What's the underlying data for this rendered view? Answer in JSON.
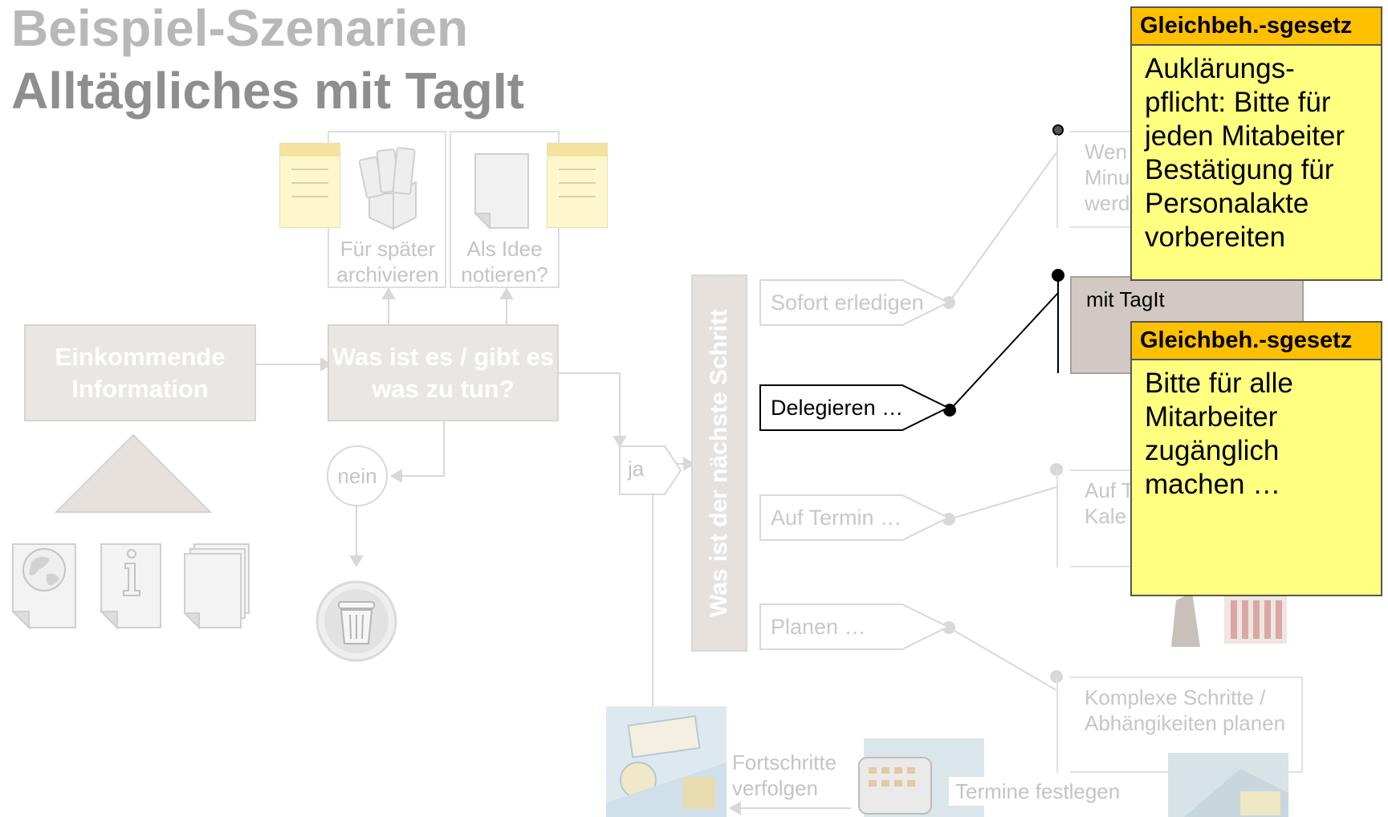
{
  "title": {
    "line1": "Beispiel-Szenarien",
    "line2": "Alltägliches mit TagIt"
  },
  "flow": {
    "incoming": "Einkommende Information",
    "question": "Was ist es / gibt es was zu tun?",
    "archive_label": "Für später archivieren",
    "idea_label": "Als Idee notieren?",
    "no_label": "nein",
    "yes_label": "ja",
    "next_step": "Was ist der nächste Schritt",
    "progress_label": "Fortschritte verfolgen",
    "deadlines_label": "Termine festlegen"
  },
  "actions": [
    {
      "label": "Sofort erledigen",
      "active": false
    },
    {
      "label": "Delegieren …",
      "active": true
    },
    {
      "label": "Auf Termin …",
      "active": false
    },
    {
      "label": "Planen …",
      "active": false
    }
  ],
  "results": [
    {
      "text": "Wen\nMinu\nwerd"
    },
    {
      "text": "mit TagIt"
    },
    {
      "text": "Auf T\nKale"
    },
    {
      "text": "Komplexe Schritte / Abhängikeiten planen"
    }
  ],
  "notes": [
    {
      "header": "Gleichbeh.-sgesetz",
      "body": "Auklärungs-pflicht: Bitte für jeden Mitabeiter Bestätigung für Personalakte vorbereiten"
    },
    {
      "header": "Gleichbeh.-sgesetz",
      "body": "Bitte für alle Mitarbeiter zugänglich machen …"
    }
  ],
  "icons": [
    "globe-document-icon",
    "info-document-icon",
    "stacked-documents-icon",
    "trash-icon",
    "file-archive-icon",
    "blank-page-icon",
    "sticky-note-icon",
    "triangle-icon"
  ],
  "colors": {
    "note_body": "#ffff80",
    "note_header": "#ffc000",
    "faded_box": "#eae6e3",
    "active_box": "#d2c9c4"
  }
}
